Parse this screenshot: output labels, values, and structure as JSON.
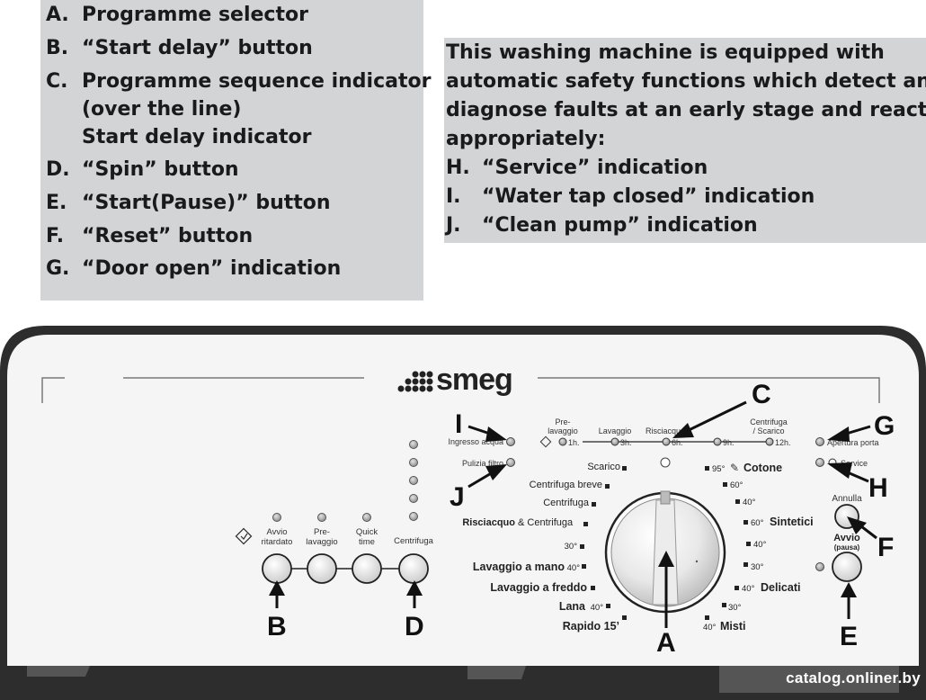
{
  "legend_left": [
    {
      "letter": "A.",
      "lines": [
        "Programme selector"
      ]
    },
    {
      "letter": "B.",
      "lines": [
        "“Start delay” button"
      ]
    },
    {
      "letter": "C.",
      "lines": [
        "Programme sequence indicator",
        "(over the line)",
        "Start delay indicator"
      ]
    },
    {
      "letter": "D.",
      "lines": [
        "“Spin” button"
      ]
    },
    {
      "letter": "E.",
      "lines": [
        "“Start(Pause)” button"
      ]
    },
    {
      "letter": "F.",
      "lines": [
        "“Reset” button"
      ]
    },
    {
      "letter": "G.",
      "lines": [
        "“Door open” indication"
      ]
    }
  ],
  "legend_right": {
    "intro": [
      "This washing machine is equipped with",
      "automatic safety functions which detect and",
      "diagnose faults at an early stage and react",
      "appropriately:"
    ],
    "items": [
      {
        "letter": "H.",
        "text": "“Service” indication"
      },
      {
        "letter": "I.",
        "text": "“Water tap closed” indication"
      },
      {
        "letter": "J.",
        "text": "“Clean pump” indication"
      }
    ]
  },
  "panel": {
    "brand": "smeg",
    "callouts": {
      "A": "A",
      "B": "B",
      "C": "C",
      "D": "D",
      "E": "E",
      "F": "F",
      "G": "G",
      "H": "H",
      "I": "I",
      "J": "J"
    },
    "buttons": {
      "avvio_ritardato": [
        "Avvio",
        "ritardato"
      ],
      "pre_lavaggio": [
        "Pre-",
        "lavaggio"
      ],
      "quick_time": [
        "Quick",
        "time"
      ],
      "centrifuga": "Centrifuga",
      "annulla": "Annulla",
      "avvio_pausa": "Avvio",
      "pausa": "(pausa)"
    },
    "indicators": {
      "ingresso_acqua": "Ingresso acqua",
      "pulizia_filtro": "Pulizia filtro",
      "apertura_porta": "Apertura porta",
      "service": "Service"
    },
    "sequence": {
      "pre_lavaggio": [
        "Pre-",
        "lavaggio"
      ],
      "lavaggio": "Lavaggio",
      "risciacquo": "Risciacquo",
      "centrifuga_scarico": [
        "Centrifuga",
        "/ Scarico"
      ],
      "delays": [
        "1h.",
        "3h.",
        "6h.",
        "9h.",
        "12h."
      ]
    },
    "programmes_left": {
      "scarico": "Scarico",
      "centrifuga_breve": "Centrifuga breve",
      "centrifuga": "Centrifuga",
      "risciacquo_centrifuga": "Risciacquo",
      "risciacquo_amp": "& Centrifuga",
      "t30_mano": "30°",
      "lavaggio_a_mano": "Lavaggio a mano",
      "t40_mano": "40°",
      "lavaggio_a_freddo": "Lavaggio a freddo",
      "lana": "Lana",
      "t40_lana": "40°",
      "rapido": "Rapido 15’"
    },
    "programmes_right": {
      "t95": "95°",
      "cotone": "Cotone",
      "t60_cotone": "60°",
      "t40_cotone": "40°",
      "t60_sintetici": "60°",
      "sintetici": "Sintetici",
      "t40_sintetici": "40°",
      "t30_sintetici": "30°",
      "t40_delicati": "40°",
      "delicati": "Delicati",
      "t30_delicati": "30°",
      "t40_misti": "40°",
      "misti": "Misti"
    }
  },
  "watermark": "catalog.onliner.by"
}
